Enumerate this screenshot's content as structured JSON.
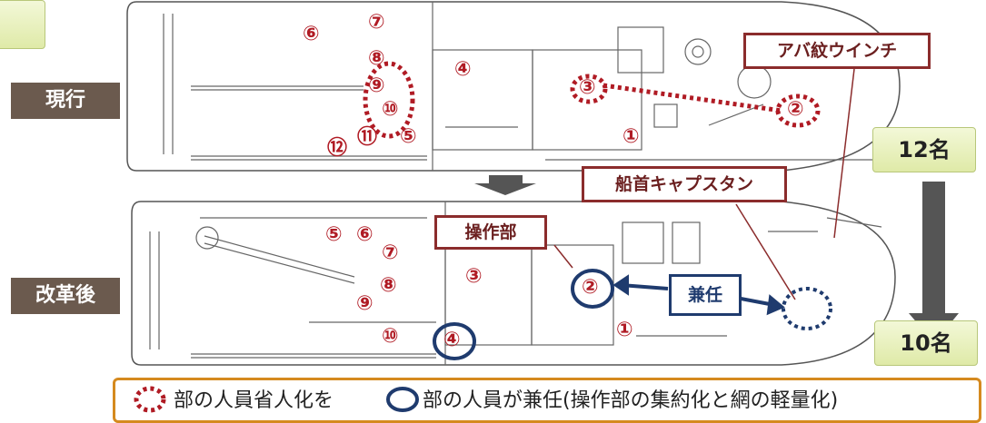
{
  "labels": {
    "current": "現行",
    "reformed": "改革後",
    "winch": "アバ紋ウインチ",
    "capstan": "船首キャプスタン",
    "control": "操作部",
    "concurrent": "兼任"
  },
  "counts": {
    "before": "12名",
    "after": "10名"
  },
  "before_markers": [
    "①",
    "②",
    "③",
    "④",
    "⑤",
    "⑥",
    "⑦",
    "⑧",
    "⑨",
    "⑩",
    "⑪",
    "⑫"
  ],
  "after_markers": [
    "①",
    "②",
    "③",
    "④",
    "⑤",
    "⑥",
    "⑦",
    "⑧",
    "⑨",
    "⑩"
  ],
  "legend": {
    "part1": "部の人員省人化を",
    "part2": "部の人員が兼任(操作部の集約化と網の軽量化)"
  },
  "colors": {
    "red": "#b01b24",
    "navy": "#1f3b6e",
    "brown": "#6b5a4e",
    "green": "#dfeaa8",
    "orange": "#d58a1f",
    "arrow": "#555555"
  }
}
